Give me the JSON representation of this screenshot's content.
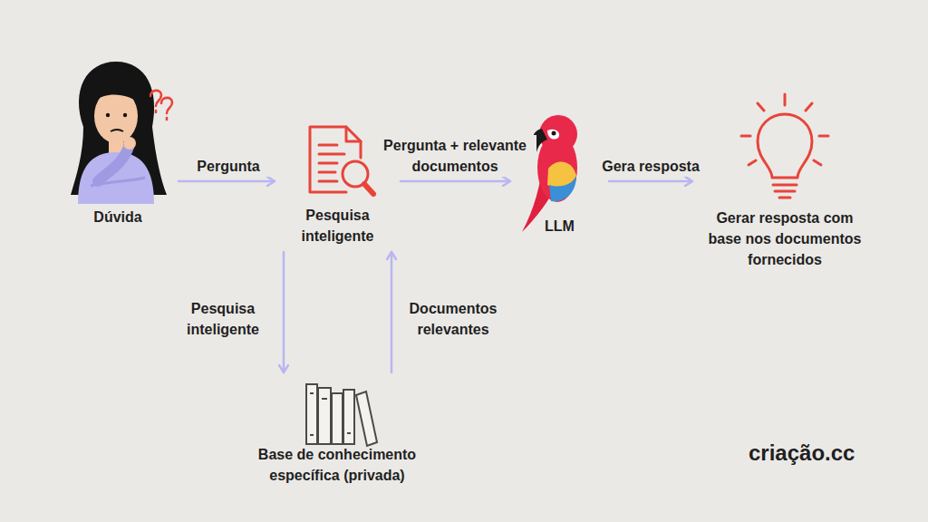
{
  "diagram": {
    "nodes": [
      {
        "text": [
          "Dúvida"
        ]
      },
      {
        "text": [
          "Pesquisa inteligente"
        ]
      },
      {
        "text": [
          "LLM"
        ]
      },
      {
        "text": [
          "Gerar resposta com base nos documentos fornecidos"
        ]
      },
      {
        "text": [
          "Base de conhecimento específica (privada)"
        ]
      }
    ],
    "edges": [
      {
        "from": 0,
        "to": 1,
        "arrow": "to",
        "label": "Pergunta"
      },
      {
        "from": 1,
        "to": 2,
        "arrow": "to",
        "label": "Pergunta + relevante documentos"
      },
      {
        "from": 2,
        "to": 3,
        "arrow": "to",
        "label": "Gera resposta"
      },
      {
        "from": 1,
        "to": 4,
        "arrow": "to",
        "label": "Pesquisa inteligente"
      },
      {
        "from": 4,
        "to": 1,
        "arrow": "to",
        "label": "Documentos relevantes"
      }
    ],
    "labels": [
      "criação.cc"
    ]
  }
}
